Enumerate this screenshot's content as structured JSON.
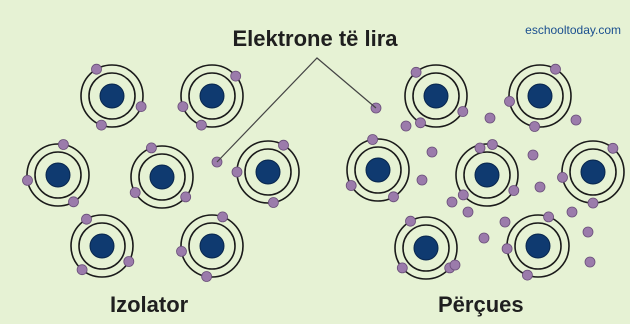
{
  "diagram": {
    "title": "Elektrone të lira",
    "left_caption": "Izolator",
    "right_caption": "Përçues",
    "watermark": "eschooltoday.com"
  },
  "colors": {
    "background": "#e6f2d4",
    "nucleus": "#0f3a70",
    "orbit": "#1a1a1a",
    "electron": "#9b7bab",
    "electron_stroke": "#6a4f7a",
    "pointer_line": "#444444"
  }
}
